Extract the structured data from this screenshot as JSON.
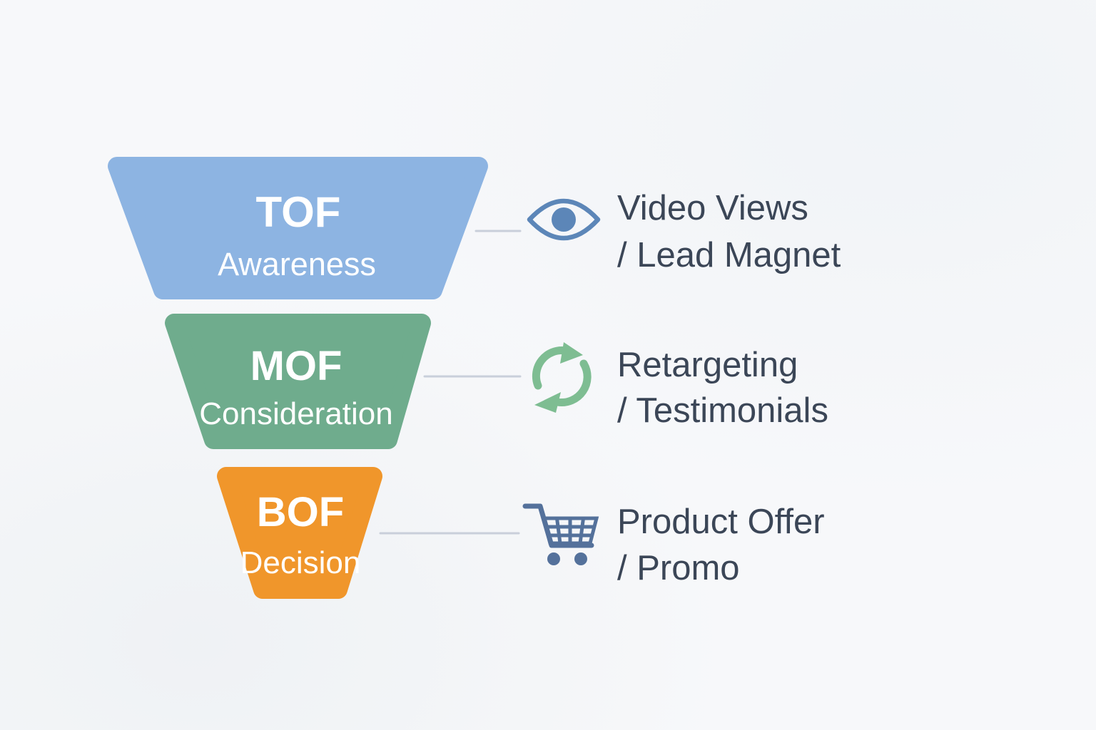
{
  "diagram": {
    "type": "marketing-funnel",
    "background_color": "#F7F8FA",
    "connector_color": "#C9CFDA",
    "note_text_color": "#3B4657",
    "stage_text_color": "#FFFFFF",
    "stages": [
      {
        "code": "TOF",
        "label": "Awareness",
        "color": "#8DB4E2",
        "icon": "eye-icon",
        "icon_color": "#5C86B8",
        "note_line1": "Video Views",
        "note_line2": "/ Lead Magnet"
      },
      {
        "code": "MOF",
        "label": "Consideration",
        "color": "#6FAC8D",
        "icon": "refresh-icon",
        "icon_color": "#7EBD92",
        "note_line1": "Retargeting",
        "note_line2": "/ Testimonials"
      },
      {
        "code": "BOF",
        "label": "Decision",
        "color": "#F0962B",
        "icon": "cart-icon",
        "icon_color": "#54719B",
        "note_line1": "Product Offer",
        "note_line2": "/ Promo"
      }
    ]
  }
}
